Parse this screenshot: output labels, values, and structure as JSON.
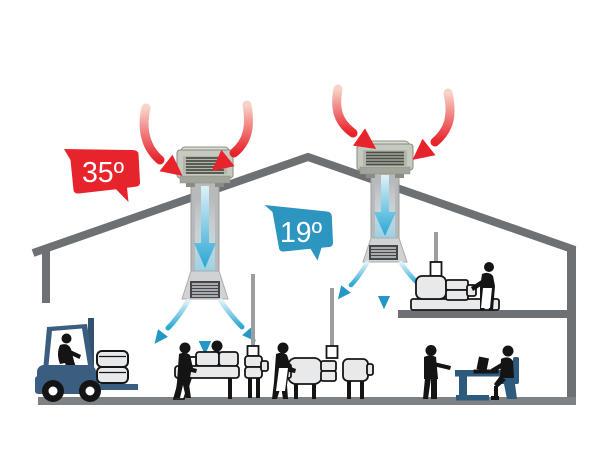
{
  "labels": {
    "outside_temp": "35º",
    "inside_temp": "19º"
  },
  "colors": {
    "hot_red": "#e7232b",
    "cold_blue": "#2c96c0",
    "arrow_cold": "#2aa7d4",
    "structure_gray": "#6e7173",
    "floor_gray": "#7f8285",
    "duct_gray": "#b7b9bb",
    "unit_body": "#c6c9be",
    "machine_light": "#e8e9ea",
    "forklift_blue": "#3b5e80",
    "desk_blue": "#2e5a7d",
    "silhouette_black": "#141414"
  },
  "icons": {
    "hot_air_arrows": "red curved arrows entering roof cooler units",
    "cold_air_arrows": "blue arrows blowing cooled air down into building"
  }
}
